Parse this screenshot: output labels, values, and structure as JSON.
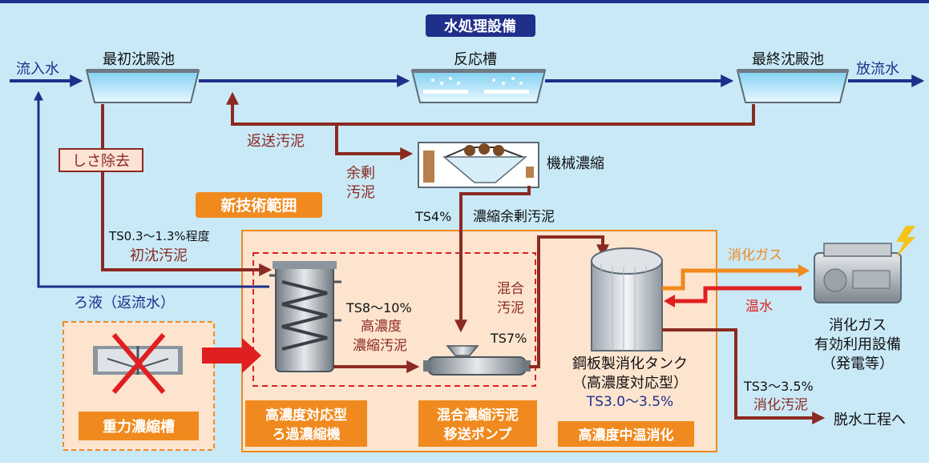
{
  "header": {
    "title": "水処理設備"
  },
  "flow": {
    "inflow": "流入水",
    "discharge": "放流水",
    "primary_tank": "最初沈殿池",
    "reactor": "反応槽",
    "final_tank": "最終沈殿池",
    "return_sludge": "返送汚泥",
    "excess_sludge_line1": "余剰",
    "excess_sludge_line2": "汚泥",
    "mechanical_thickening": "機械濃縮",
    "screening_removal": "しさ除去",
    "ts4": "TS4%",
    "thickened_excess": "濃縮余剰汚泥",
    "primary_sludge_ts": "TS0.3～1.3%程度",
    "primary_sludge": "初沈汚泥",
    "filtrate": "ろ液（返流水）"
  },
  "new_tech": {
    "label": "新技術範囲",
    "ts8_line1": "TS8～10%",
    "ts8_line2": "高濃度",
    "ts8_line3": "濃縮汚泥",
    "mixed_line1": "混合",
    "mixed_line2": "汚泥",
    "ts7": "TS7%",
    "digester_line1": "鋼板製消化タンク",
    "digester_line2": "（高濃度対応型）",
    "digester_ts": "TS3.0～3.5%",
    "box_filter_line1": "高濃度対応型",
    "box_filter_line2": "ろ過濃縮機",
    "box_pump_line1": "混合濃縮汚泥",
    "box_pump_line2": "移送ポンプ",
    "box_digestion": "高濃度中温消化"
  },
  "gravity": {
    "label": "重力濃縮槽"
  },
  "gas": {
    "digestion_gas": "消化ガス",
    "hot_water": "温水",
    "facility_line1": "消化ガス",
    "facility_line2": "有効利用設備",
    "facility_line3": "（発電等）"
  },
  "output": {
    "ts_line1": "TS3～3.5%",
    "ts_line2": "消化汚泥",
    "dewatering": "脱水工程へ"
  },
  "colors": {
    "water_bg": "#c9e9f7",
    "navy": "#1f2f8a",
    "brown": "#8b2a22",
    "orange": "#f08a1e",
    "red": "#e02020",
    "peach_bg": "#fde4cf"
  }
}
